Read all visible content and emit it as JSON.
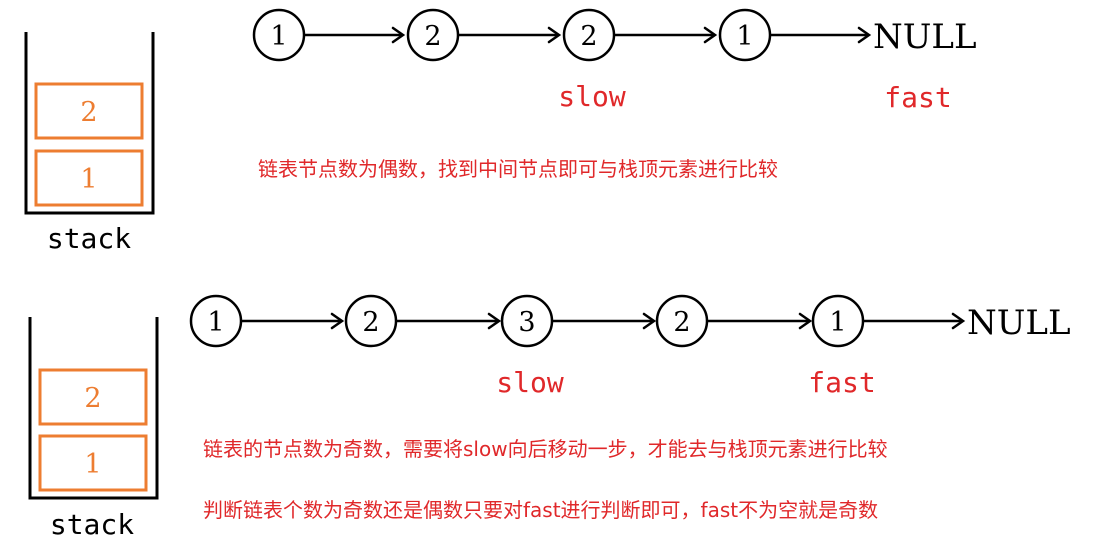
{
  "colors": {
    "text_accent": "#e0282a",
    "stack_box": "#ed7d31",
    "line": "#000000"
  },
  "panel_even": {
    "list": [
      "1",
      "2",
      "2",
      "1"
    ],
    "null_label": "NULL",
    "slow_label": "slow",
    "fast_label": "fast",
    "stack": [
      "2",
      "1"
    ],
    "stack_caption": "stack",
    "note": "链表节点数为偶数，找到中间节点即可与栈顶元素进行比较"
  },
  "panel_odd": {
    "list": [
      "1",
      "2",
      "3",
      "2",
      "1"
    ],
    "null_label": "NULL",
    "slow_label": "slow",
    "fast_label": "fast",
    "stack": [
      "2",
      "1"
    ],
    "stack_caption": "stack",
    "note1": "链表的节点数为奇数，需要将slow向后移动一步，才能去与栈顶元素进行比较",
    "note2": "判断链表个数为奇数还是偶数只要对fast进行判断即可，fast不为空就是奇数"
  }
}
